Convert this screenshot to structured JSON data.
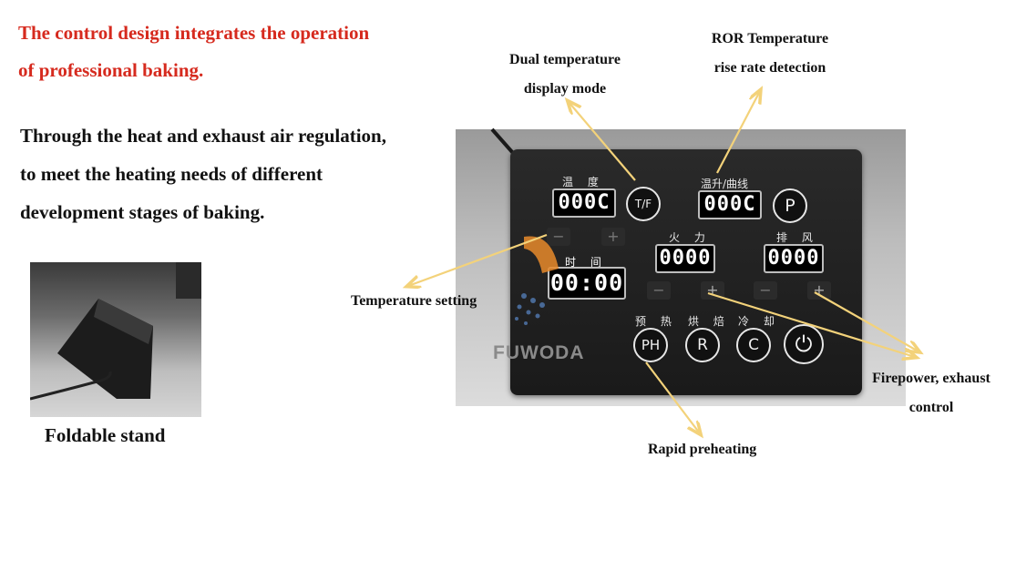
{
  "headline": {
    "line1": "The control design integrates the operation",
    "line2": "of professional baking."
  },
  "body": {
    "line1": "Through the heat and exhaust air regulation,",
    "line2": "to meet the heating needs of different",
    "line3": "development stages of baking."
  },
  "stand": {
    "label": "Foldable stand"
  },
  "panel": {
    "temp_label": "温 度",
    "temp_display": "000C",
    "tf_button": "T/F",
    "ror_label": "温升/曲线",
    "ror_display": "000C",
    "p_button": "P",
    "time_label": "时 间",
    "time_display": "00:00",
    "fire_label": "火 力",
    "fire_display": "0000",
    "exhaust_label": "排 风",
    "exhaust_display": "0000",
    "minus": "−",
    "plus": "+",
    "preheat_label": "预 热",
    "roast_label": "烘 焙",
    "cool_label": "冷 却",
    "ph_button": "PH",
    "r_button": "R",
    "c_button": "C",
    "power_symbol": "⏻",
    "watermark": "FUWODA"
  },
  "annotations": {
    "dual_temp": {
      "line1": "Dual temperature",
      "line2": "display mode"
    },
    "ror": {
      "line1": "ROR Temperature",
      "line2": "rise rate detection"
    },
    "temp_setting": "Temperature setting",
    "fire_exhaust": {
      "line1": "Firepower, exhaust",
      "line2": "control"
    },
    "preheat": "Rapid preheating"
  },
  "colors": {
    "headline": "#d62a1e",
    "arrow": "#f3d27a"
  }
}
